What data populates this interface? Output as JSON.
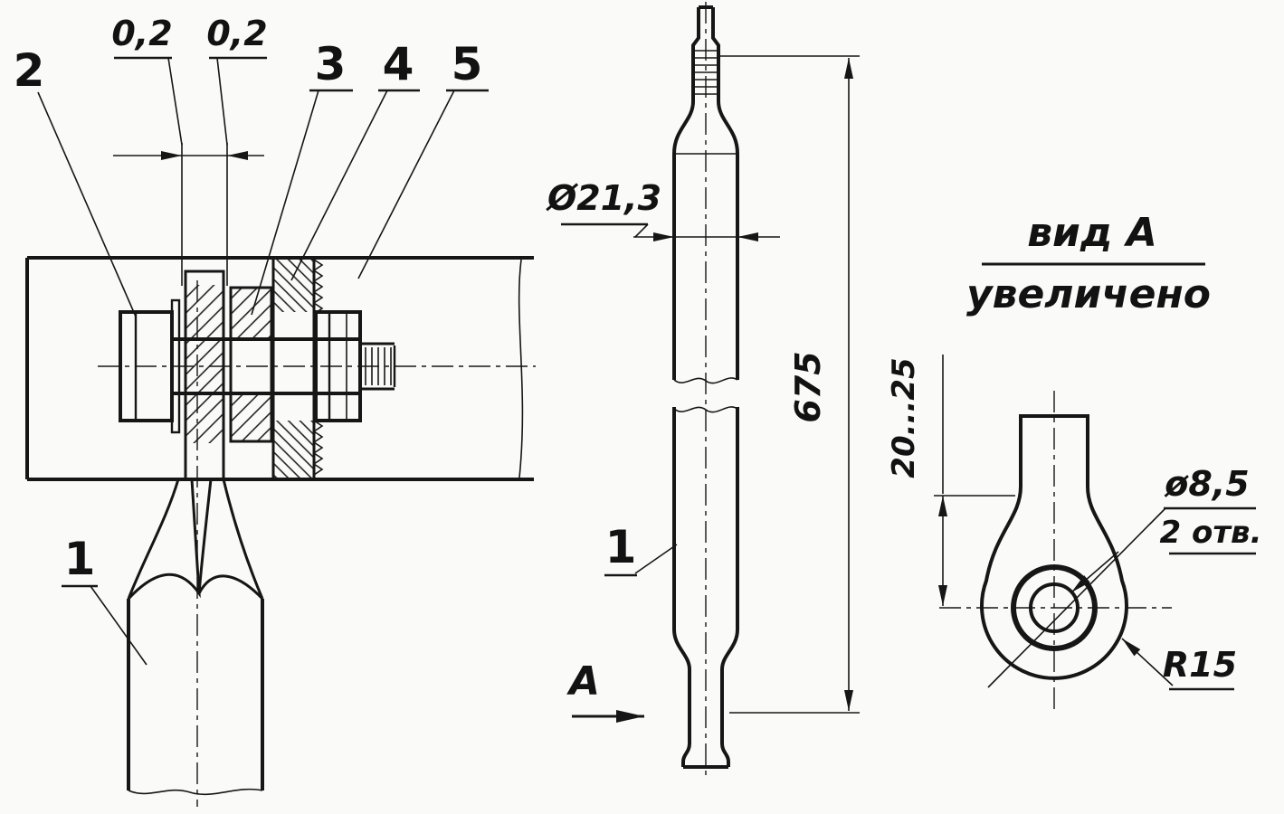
{
  "figure": {
    "kind": "engineering-drawing",
    "language": "ru",
    "colors": {
      "ink": "#161616",
      "paper": "#fafaf8"
    }
  },
  "callouts": {
    "part1_assembly": "1",
    "part1_rod": "1",
    "part2": "2",
    "part3": "3",
    "part4": "4",
    "part5": "5"
  },
  "dimensions": {
    "gap_left": "0,2",
    "gap_right": "0,2",
    "rod_diameter": "Ø21,3",
    "rod_length": "675",
    "eye_offset": "20...25",
    "hole_diameter": "ø8,5",
    "hole_count": "2 отв.",
    "eye_radius": "R15"
  },
  "view_a": {
    "arrow_label": "A",
    "title": "вид A",
    "subtitle": "увеличено"
  }
}
